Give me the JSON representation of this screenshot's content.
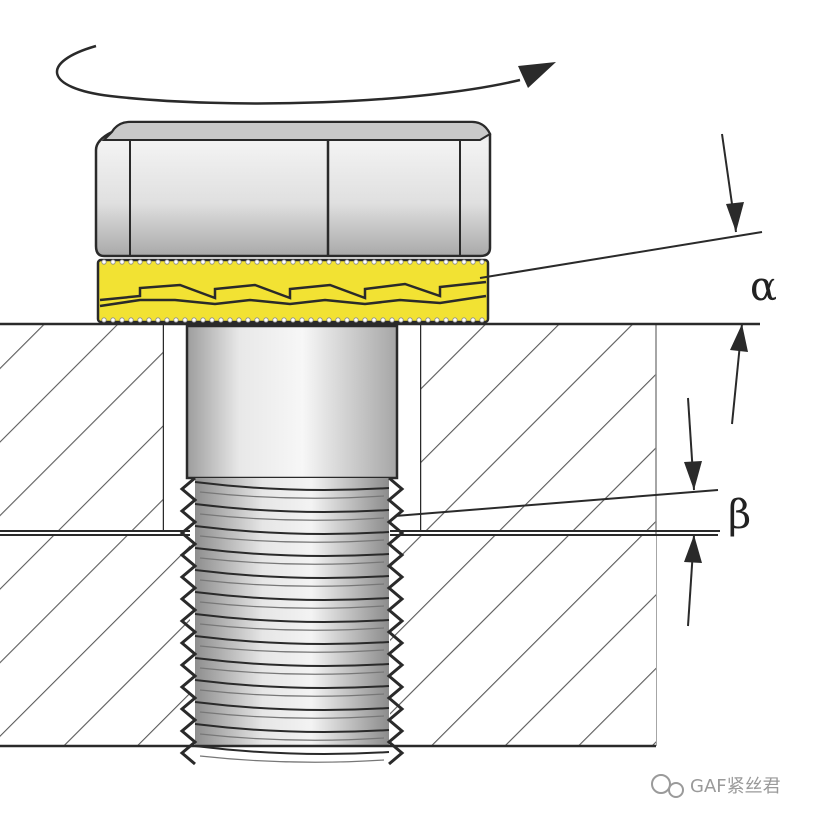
{
  "diagram": {
    "labels": {
      "alpha": "α",
      "beta": "β"
    },
    "watermark": "GAF紧丝君",
    "colors": {
      "line": "#2a2a2a",
      "hatch": "#555555",
      "washer": "#f2e233",
      "metal_light": "#f4f4f4",
      "metal_dark": "#b9b9b9"
    }
  }
}
